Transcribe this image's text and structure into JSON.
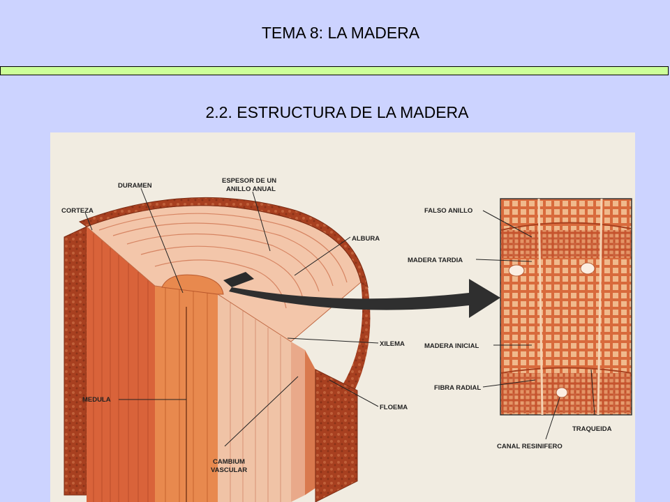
{
  "header": {
    "title": "TEMA 8: LA MADERA"
  },
  "section": {
    "title": "2.2. ESTRUCTURA DE LA MADERA"
  },
  "colors": {
    "background": "#ccd3ff",
    "bar": "#ccff99",
    "figure_bg": "#f1ece1"
  },
  "figure": {
    "labels": {
      "duramen": "DURAMEN",
      "espesor_line1": "ESPESOR DE UN",
      "espesor_line2": "ANILLO ANUAL",
      "corteza": "CORTEZA",
      "albura": "ALBURA",
      "xilema": "XILEMA",
      "floema": "FLOEMA",
      "medula": "MEDULA",
      "cambium_line1": "CAMBIUM",
      "cambium_line2": "VASCULAR",
      "falso_anillo": "FALSO ANILLO",
      "madera_tardia": "MADERA TARDIA",
      "madera_inicial": "MADERA INICIAL",
      "fibra_radial": "FIBRA RADIAL",
      "traqueida": "TRAQUEIDA",
      "canal_resinifero": "CANAL RESINIFERO"
    }
  }
}
